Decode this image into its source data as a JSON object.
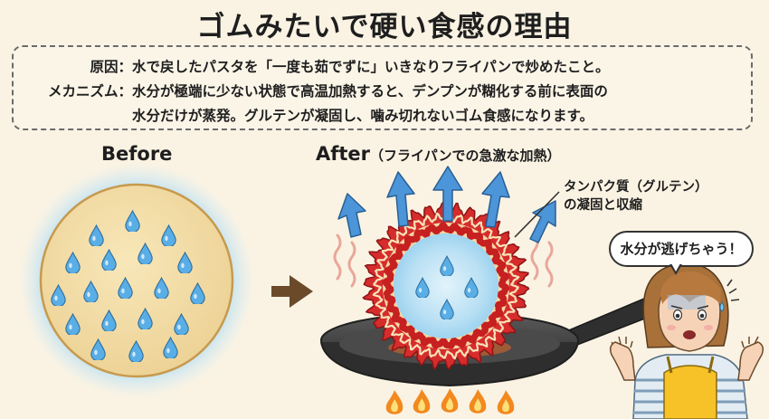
{
  "title": "ゴムみたいで硬い食感の理由",
  "explanation": {
    "cause_label": "原因：",
    "cause_text": "水で戻したパスタを「一度も茹でずに」いきなりフライパンで炒めたこと。",
    "mechanism_label": "メカニズム：",
    "mechanism_line1": "水分が極端に少ない状態で高温加熱すると、デンプンが糊化する前に表面の",
    "mechanism_line2": "水分だけが蒸発。グルテンが凝固し、噛み切れないゴム食感になります。"
  },
  "before": {
    "heading": "Before"
  },
  "after": {
    "heading": "After",
    "subheading": "（フライパンでの急激な加熱）"
  },
  "callout": {
    "line1": "タンパク質（グルテン）",
    "line2": "の凝固と収縮"
  },
  "speech": "水分が逃げちゃう！",
  "colors": {
    "background": "#faf3e3",
    "dough": "#f3dca2",
    "glow": "#9fd6f3",
    "droplet": "#5aaee6",
    "crust": "#d62c2c",
    "arrow": "#4b95d8",
    "transition_arrow": "#6b4a2a",
    "flame": "#f2891f",
    "pan": "#3d3d3d",
    "apron": "#f6c228"
  },
  "icons": [
    "water-droplet-icon",
    "steam-arrow-icon",
    "flame-icon",
    "right-arrow-icon",
    "frying-pan-icon",
    "worried-person-icon"
  ]
}
